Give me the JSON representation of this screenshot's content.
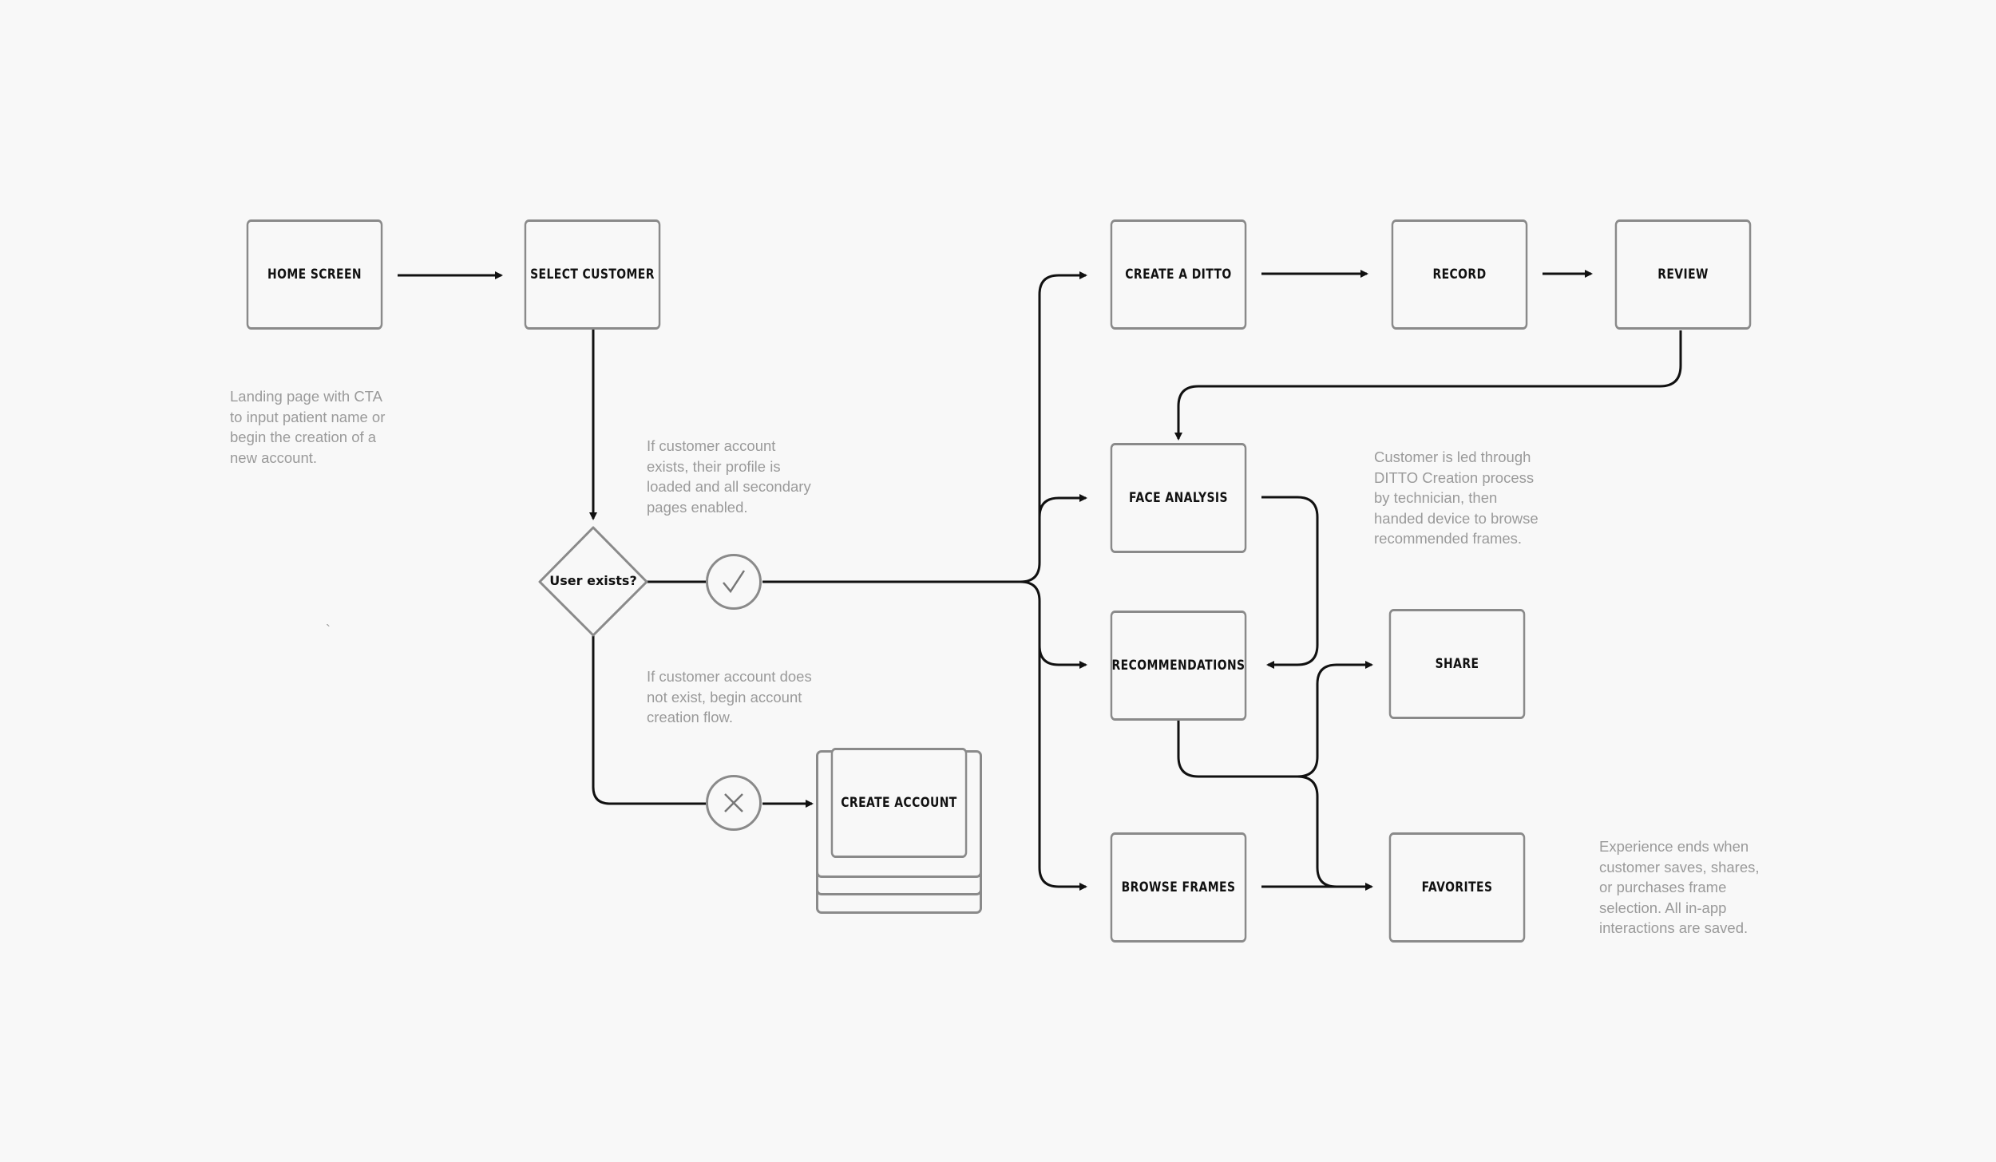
{
  "nodes": {
    "home_screen": "HOME SCREEN",
    "select_customer": "SELECT CUSTOMER",
    "create_ditto": "CREATE A DITTO",
    "record": "RECORD",
    "review": "REVIEW",
    "face_analysis": "FACE ANALYSIS",
    "recommendations": "RECOMMENDATIONS",
    "share": "SHARE",
    "create_account": "CREATE ACCOUNT",
    "browse_frames": "BROWSE FRAMES",
    "favorites": "FAVORITES"
  },
  "decision": {
    "label": "User exists?",
    "yes_icon": "check-icon",
    "no_icon": "cross-icon"
  },
  "notes": {
    "home": "Landing page with CTA\nto input patient name or\nbegin the creation of a\nnew account.",
    "exists": "If customer account\nexists, their profile is\nloaded and all secondary\npages enabled.",
    "not_exists": "If customer account does\nnot exist, begin account\ncreation flow.",
    "ditto": "Customer is led through\nDITTO Creation process\nby technician, then\nhanded device to browse\nrecommended frames.",
    "end": "Experience ends when\ncustomer saves, shares,\nor purchases frame\nselection. All in-app\ninteractions are saved.",
    "stray_mark": "`"
  },
  "colors": {
    "background": "#f8f8f8",
    "node_border": "#8a8a8a",
    "connector": "#111111",
    "note_text": "#9a9a9a"
  }
}
